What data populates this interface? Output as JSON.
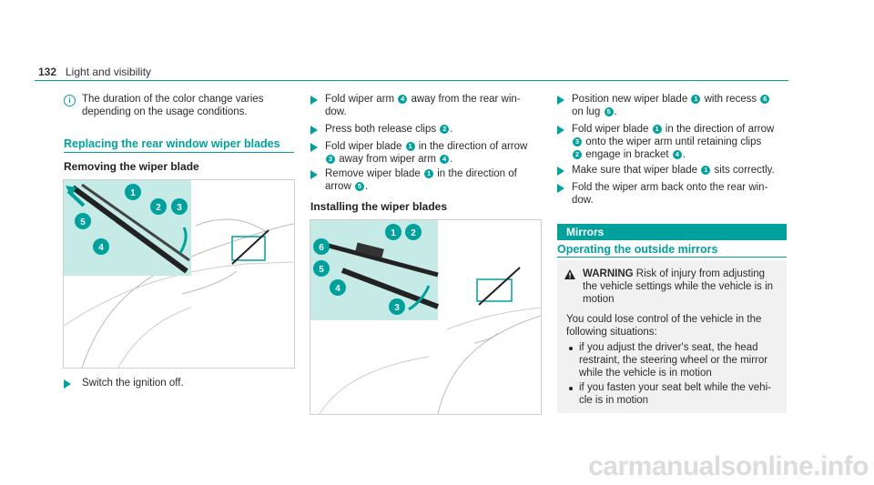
{
  "header": {
    "page_number": "132",
    "title": "Light and visibility"
  },
  "col1": {
    "note": "The duration of the color change varies depending on the usage conditions.",
    "section_heading": "Replacing the rear window wiper blades",
    "sub_heading": "Removing the wiper blade",
    "step1": "Switch the ignition off."
  },
  "col2": {
    "step_a": "Fold wiper arm",
    "step_a2": "away from the rear win-",
    "step_a3": "dow.",
    "step_b": "Press both release clips",
    "step_c1": "Fold wiper blade",
    "step_c2": "in the direction of arrow",
    "step_c3": "away from wiper arm",
    "step_d1": "Remove wiper blade",
    "step_d2": "in the direction of",
    "step_d3": "arrow",
    "install_heading": "Installing the wiper blades"
  },
  "col3": {
    "s1a": "Position new wiper blade",
    "s1b": "with recess",
    "s1c": "on lug",
    "s2a": "Fold wiper blade",
    "s2b": "in the direction of arrow",
    "s2c": "onto the wiper arm until retaining clips",
    "s2d": "engage in bracket",
    "s3a": "Make sure that wiper blade",
    "s3b": "sits correctly.",
    "s4a": "Fold the wiper arm back onto the rear win-",
    "s4b": "dow.",
    "mirrors_bar": "Mirrors",
    "mirrors_heading": "Operating the outside mirrors",
    "warning_label": "WARNING",
    "warning_text1": "Risk of injury from adjusting",
    "warning_text2": "the vehicle settings while the vehicle is in",
    "warning_text3": "motion",
    "body1": "You could lose control of the vehicle in the",
    "body2": "following situations:",
    "b1a": "if you adjust the driver's seat, the head",
    "b1b": "restraint, the steering wheel or the mirror",
    "b1c": "while the vehicle is in motion",
    "b2a": "if you fasten your seat belt while the vehi-",
    "b2b": "cle is in motion"
  },
  "callouts": {
    "n1": "1",
    "n2": "2",
    "n3": "3",
    "n4": "4",
    "n5": "5",
    "n6": "6"
  },
  "watermark": "carmanualsonline.info",
  "colors": {
    "accent": "#00a19c",
    "panel": "#c6ebe6"
  }
}
